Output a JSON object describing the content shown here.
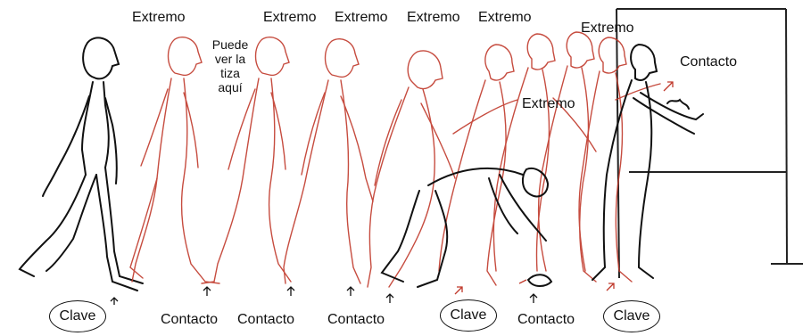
{
  "labels": {
    "extremo": "Extremo",
    "contacto": "Contacto",
    "clave": "Clave",
    "puede_line1": "Puede",
    "puede_line2": "ver la",
    "puede_line3": "tiza",
    "puede_line4": "aquí"
  },
  "colors": {
    "ink": "#111111",
    "red": "#c0392b",
    "board": "#222222"
  },
  "icons": [
    "walking-figure",
    "arrow-up-icon",
    "chalkboard"
  ]
}
